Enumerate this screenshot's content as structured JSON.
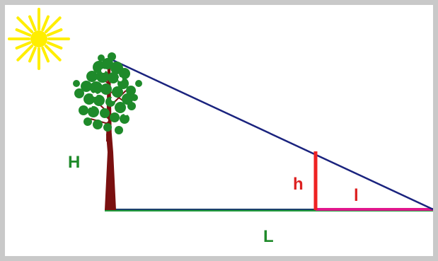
{
  "labels": {
    "tree_height": "H",
    "pole_height": "h",
    "pole_shadow": "l",
    "tree_shadow": "L"
  },
  "colors": {
    "sun": "#ffee00",
    "tree_trunk": "#7a1010",
    "foliage": "#1e8a2a",
    "sun_ray": "#1a237e",
    "ground": "#1f9a3a",
    "pole": "#ee2222",
    "pole_shadow": "#e0188c",
    "label_green": "#1f8a2a",
    "label_red": "#dd2222"
  }
}
